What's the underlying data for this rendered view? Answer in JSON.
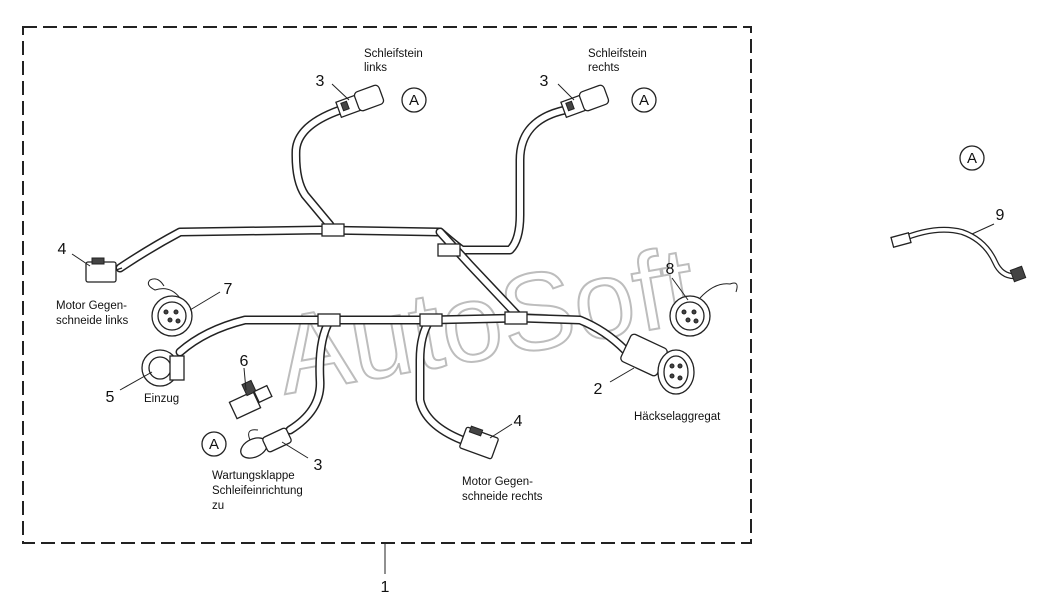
{
  "labels": {
    "schleifstein_links_1": "Schleifstein",
    "schleifstein_links_2": "links",
    "schleifstein_rechts_1": "Schleifstein",
    "schleifstein_rechts_2": "rechts",
    "motor_links_1": "Motor Gegen-",
    "motor_links_2": "schneide links",
    "einzug": "Einzug",
    "wartung_1": "Wartungsklappe",
    "wartung_2": "Schleifeinrichtung",
    "wartung_3": "zu",
    "motor_rechts_1": "Motor Gegen-",
    "motor_rechts_2": "schneide rechts",
    "haecksel": "Häckselaggregat"
  },
  "callouts": {
    "n1": "1",
    "n2": "2",
    "n3a": "3",
    "n3b": "3",
    "n3c": "3",
    "n4a": "4",
    "n4b": "4",
    "n5": "5",
    "n6": "6",
    "n7": "7",
    "n8": "8",
    "n9": "9"
  },
  "markers": {
    "a1": "A",
    "a2": "A",
    "a3": "A",
    "a4": "A"
  },
  "watermark": "AutoSoft"
}
